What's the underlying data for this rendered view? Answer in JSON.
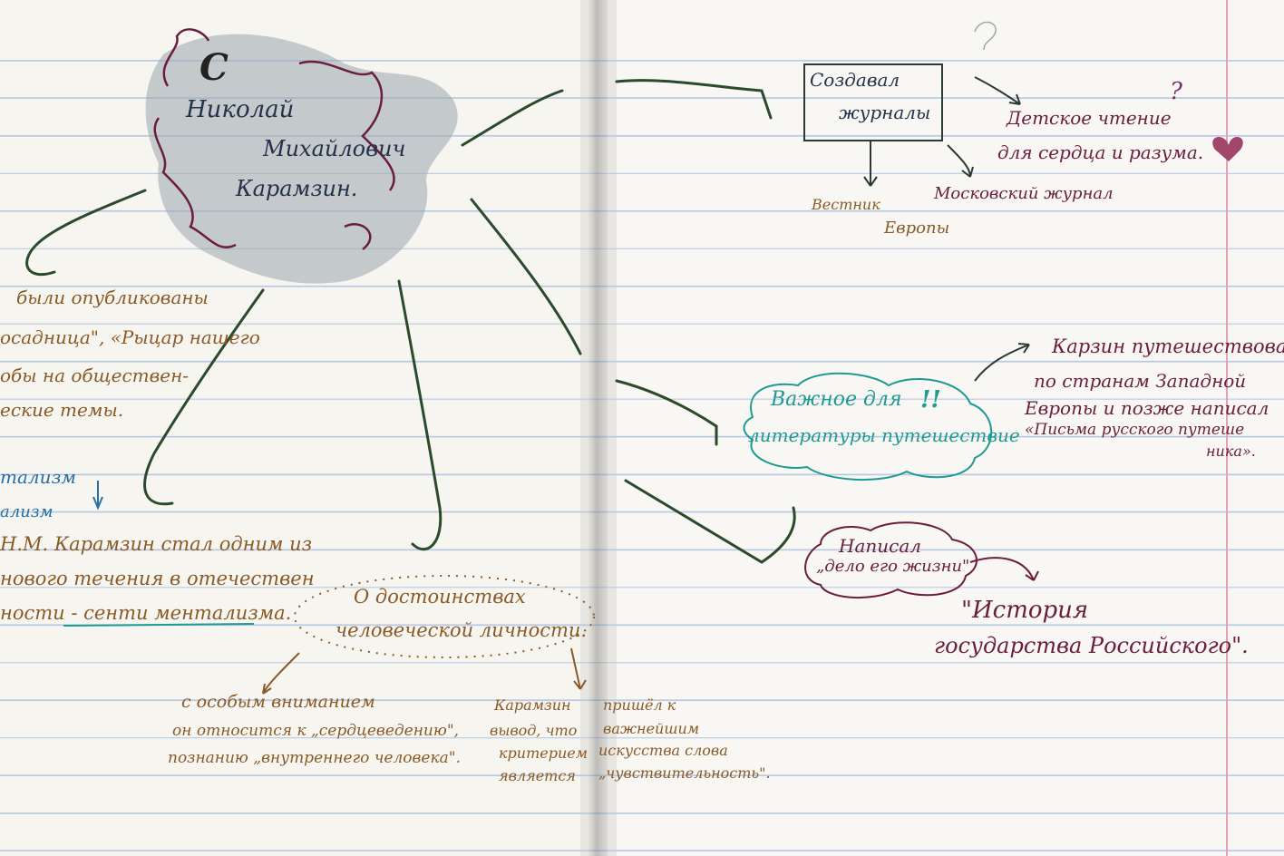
{
  "center": {
    "letter": "С",
    "name_first": "Николай",
    "name_patronymic": "Михайлович",
    "name_last": "Карамзин."
  },
  "left_notes": {
    "published_line1": "были опубликованы",
    "published_line2": "осадница\", «Рыцар нашего",
    "published_line3": "обы на обществен-",
    "published_line4": "еские темы.",
    "tag_line1": "тализм",
    "tag_line2": "ализм",
    "founder_line1": "Н.М. Карамзин стал одним из",
    "founder_line2": "нового течения в отечествен",
    "founder_line3": "ности - сенти ментализма."
  },
  "dignity": {
    "title_line1": "О достоинствах",
    "title_line2": "человеческой личности.",
    "left_line1": "с особым вниманием",
    "left_line2": "он относится к „сердцеведению\",",
    "left_line3": "познанию „внутреннего человека\".",
    "mid_line1": "Карамзин",
    "mid_line2": "вывод, что",
    "mid_line3": "критерием",
    "mid_line4": "является",
    "right_line1": "пришёл к",
    "right_line2": "важнейшим",
    "right_line3": "искусства слова",
    "right_line4": "„чувствительность\"."
  },
  "journals": {
    "box_line1": "Создавал",
    "box_line2": "журналы",
    "question_mark": "?",
    "kids_line1": "Детское чтение",
    "kids_line2": "для сердца и разума.",
    "moscow": "Московский журнал",
    "vestnik_line1": "Вестник",
    "vestnik_line2": "Европы"
  },
  "travel": {
    "cloud_line1": "Важное для",
    "cloud_line2": "литературы путешествие",
    "marks": "!!",
    "note_line1": "Карзин путешествовал",
    "note_line2": "по странам Западной",
    "note_line3": "Европы и позже написал",
    "note_line4": "«Письма русского путеше",
    "note_line5": "ника»."
  },
  "history": {
    "cloud_line1": "Написал",
    "cloud_line2": "„дело его жизни\"",
    "title_line1": "\"История",
    "title_line2": "государства Российского\"."
  },
  "colors": {
    "paper": "#f4f1ec",
    "rule": "#b9c9e3",
    "margin": "#e3a2b3",
    "brown_ink": "#8a5a26",
    "maroon_ink": "#6b1d3d",
    "green_ink": "#2b4a2c",
    "teal_ink": "#1f9a92"
  }
}
